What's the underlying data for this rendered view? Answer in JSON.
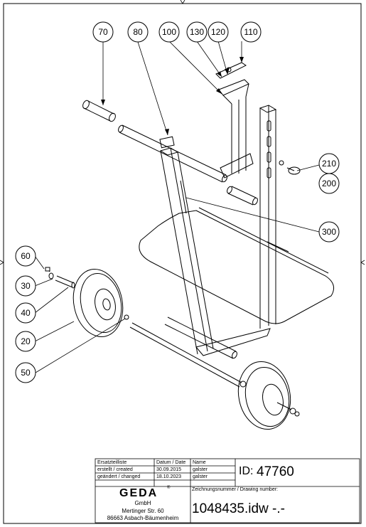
{
  "balloons": [
    {
      "id": "70",
      "label": "70"
    },
    {
      "id": "80",
      "label": "80"
    },
    {
      "id": "100",
      "label": "100"
    },
    {
      "id": "130",
      "label": "130"
    },
    {
      "id": "120",
      "label": "120"
    },
    {
      "id": "110",
      "label": "110"
    },
    {
      "id": "210",
      "label": "210"
    },
    {
      "id": "200",
      "label": "200"
    },
    {
      "id": "300",
      "label": "300"
    },
    {
      "id": "60",
      "label": "60"
    },
    {
      "id": "30",
      "label": "30"
    },
    {
      "id": "40",
      "label": "40"
    },
    {
      "id": "20",
      "label": "20"
    },
    {
      "id": "50",
      "label": "50"
    }
  ],
  "title_block": {
    "header_col1": "Ersatzteilliste",
    "header_col2": "Datum / Date",
    "header_col3": "Name",
    "created_label": "erstellt / created",
    "created_date": "30.09.2015",
    "created_name": "galster",
    "changed_label": "geändert / changed",
    "changed_date": "18.10.2023",
    "changed_name": "galster",
    "id_label": "ID:",
    "id_value": "47760",
    "drawing_label": "Zeichnungsnummer / Drawing number:",
    "drawing_number": "1048435.idw -.-",
    "logo_text": "GEDA",
    "logo_reg": "®",
    "company_name": "GmbH",
    "company_street": "Mertinger Str. 60",
    "company_city": "86663 Asbach-Bäumenheim"
  }
}
